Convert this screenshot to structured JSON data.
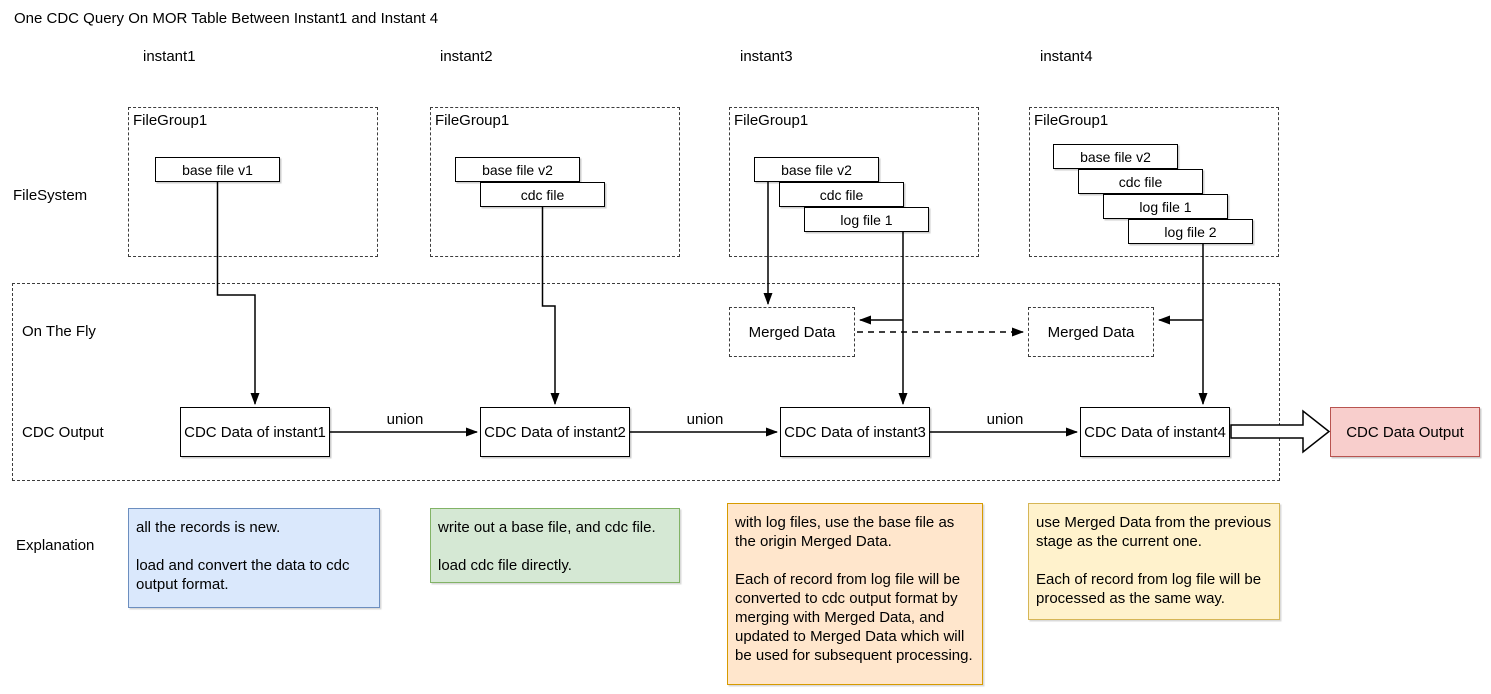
{
  "title": "One CDC Query On MOR Table Between Instant1 and Instant 4",
  "columns": [
    "instant1",
    "instant2",
    "instant3",
    "instant4"
  ],
  "rows": {
    "filesystem": "FileSystem",
    "on_the_fly": "On The Fly",
    "cdc_output": "CDC Output",
    "explanation": "Explanation"
  },
  "filegroups": [
    {
      "label": "FileGroup1",
      "files": [
        "base file v1"
      ]
    },
    {
      "label": "FileGroup1",
      "files": [
        "base file v2",
        "cdc file"
      ]
    },
    {
      "label": "FileGroup1",
      "files": [
        "base file v2",
        "cdc file",
        "log file 1"
      ]
    },
    {
      "label": "FileGroup1",
      "files": [
        "base file v2",
        "cdc file",
        "log file 1",
        "log file 2"
      ]
    }
  ],
  "merged_data_label": "Merged Data",
  "cdc_boxes": [
    "CDC Data of instant1",
    "CDC Data of instant2",
    "CDC Data of instant3",
    "CDC Data of instant4"
  ],
  "union_label": "union",
  "output": {
    "label": "CDC Data Output",
    "fill": "#f8cecc",
    "border": "#b85450"
  },
  "explanations": [
    {
      "fill": "#dae8fc",
      "border": "#6c8ebf",
      "para1": "all the records is new.",
      "para2": "load and convert the data to cdc output format."
    },
    {
      "fill": "#d5e8d4",
      "border": "#82b366",
      "para1": "write out a base file, and cdc file.",
      "para2": "load cdc file directly."
    },
    {
      "fill": "#ffe6cc",
      "border": "#d79b00",
      "para1": "with log files, use the base file as the origin Merged Data.",
      "para2": "Each of record from log file will be converted to cdc output format by merging with Merged Data, and updated to Merged Data which will be used for subsequent processing."
    },
    {
      "fill": "#fff2cc",
      "border": "#d6b656",
      "para1": "use Merged Data from the previous stage as the current one.",
      "para2": "Each of record from log file will be processed as the same way."
    }
  ]
}
